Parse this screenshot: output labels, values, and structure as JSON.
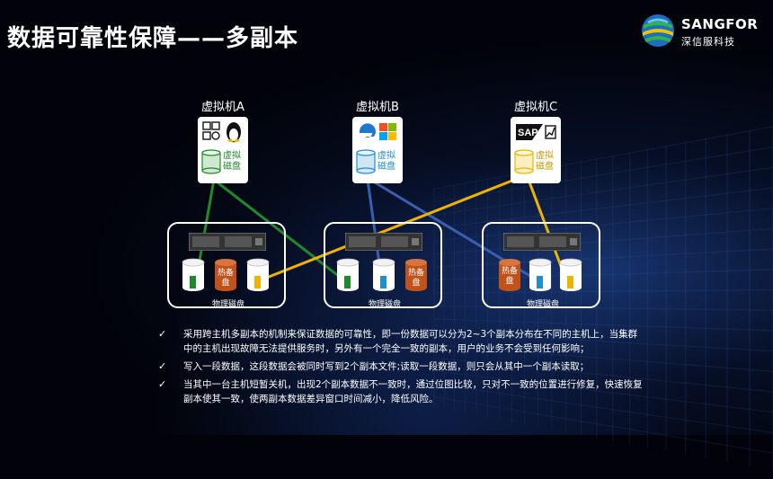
{
  "slide": {
    "title": "数据可靠性保障——多副本"
  },
  "logo": {
    "brand": "SANGFOR",
    "cn_name": "深信服科技"
  },
  "vms": [
    {
      "label": "虚拟机A",
      "disk_label_1": "虚拟",
      "disk_label_2": "磁盘",
      "disk_color": "#1f8a2a"
    },
    {
      "label": "虚拟机B",
      "disk_label_1": "虚拟",
      "disk_label_2": "磁盘",
      "disk_color": "#1e90d0"
    },
    {
      "label": "虚拟机C",
      "disk_label_1": "虚拟",
      "disk_label_2": "磁盘",
      "disk_color": "#e6b800"
    }
  ],
  "hosts": [
    {
      "disk_label": "物理磁盘",
      "hot_label_1": "热备",
      "hot_label_2": "盘"
    },
    {
      "disk_label": "物理磁盘",
      "hot_label_1": "热备",
      "hot_label_2": "盘"
    },
    {
      "disk_label": "物理磁盘",
      "hot_label_1": "热备",
      "hot_label_2": "盘"
    }
  ],
  "colors": {
    "green": "#1f8a2a",
    "blue_line": "#3b5fb0",
    "cyan": "#1e90d0",
    "yellow": "#f0b400",
    "hot_spare": "#c0521a"
  },
  "bullets": [
    "采用跨主机多副本的机制来保证数据的可靠性，即一份数据可以分为2~3个副本分布在不同的主机上，当集群中的主机出现故障无法提供服务时，另外有一个完全一致的副本，用户的业务不会受到任何影响；",
    "写入一段数据，这段数据会被同时写到2个副本文件;读取一段数据，则只会从其中一个副本读取；",
    "当其中一台主机短暂关机，出现2个副本数据不一致时，通过位图比较，只对不一致的位置进行修复，快速恢复副本使其一致，使两副本数据差异窗口时间减小，降低风险。"
  ],
  "check_glyph": "✓"
}
